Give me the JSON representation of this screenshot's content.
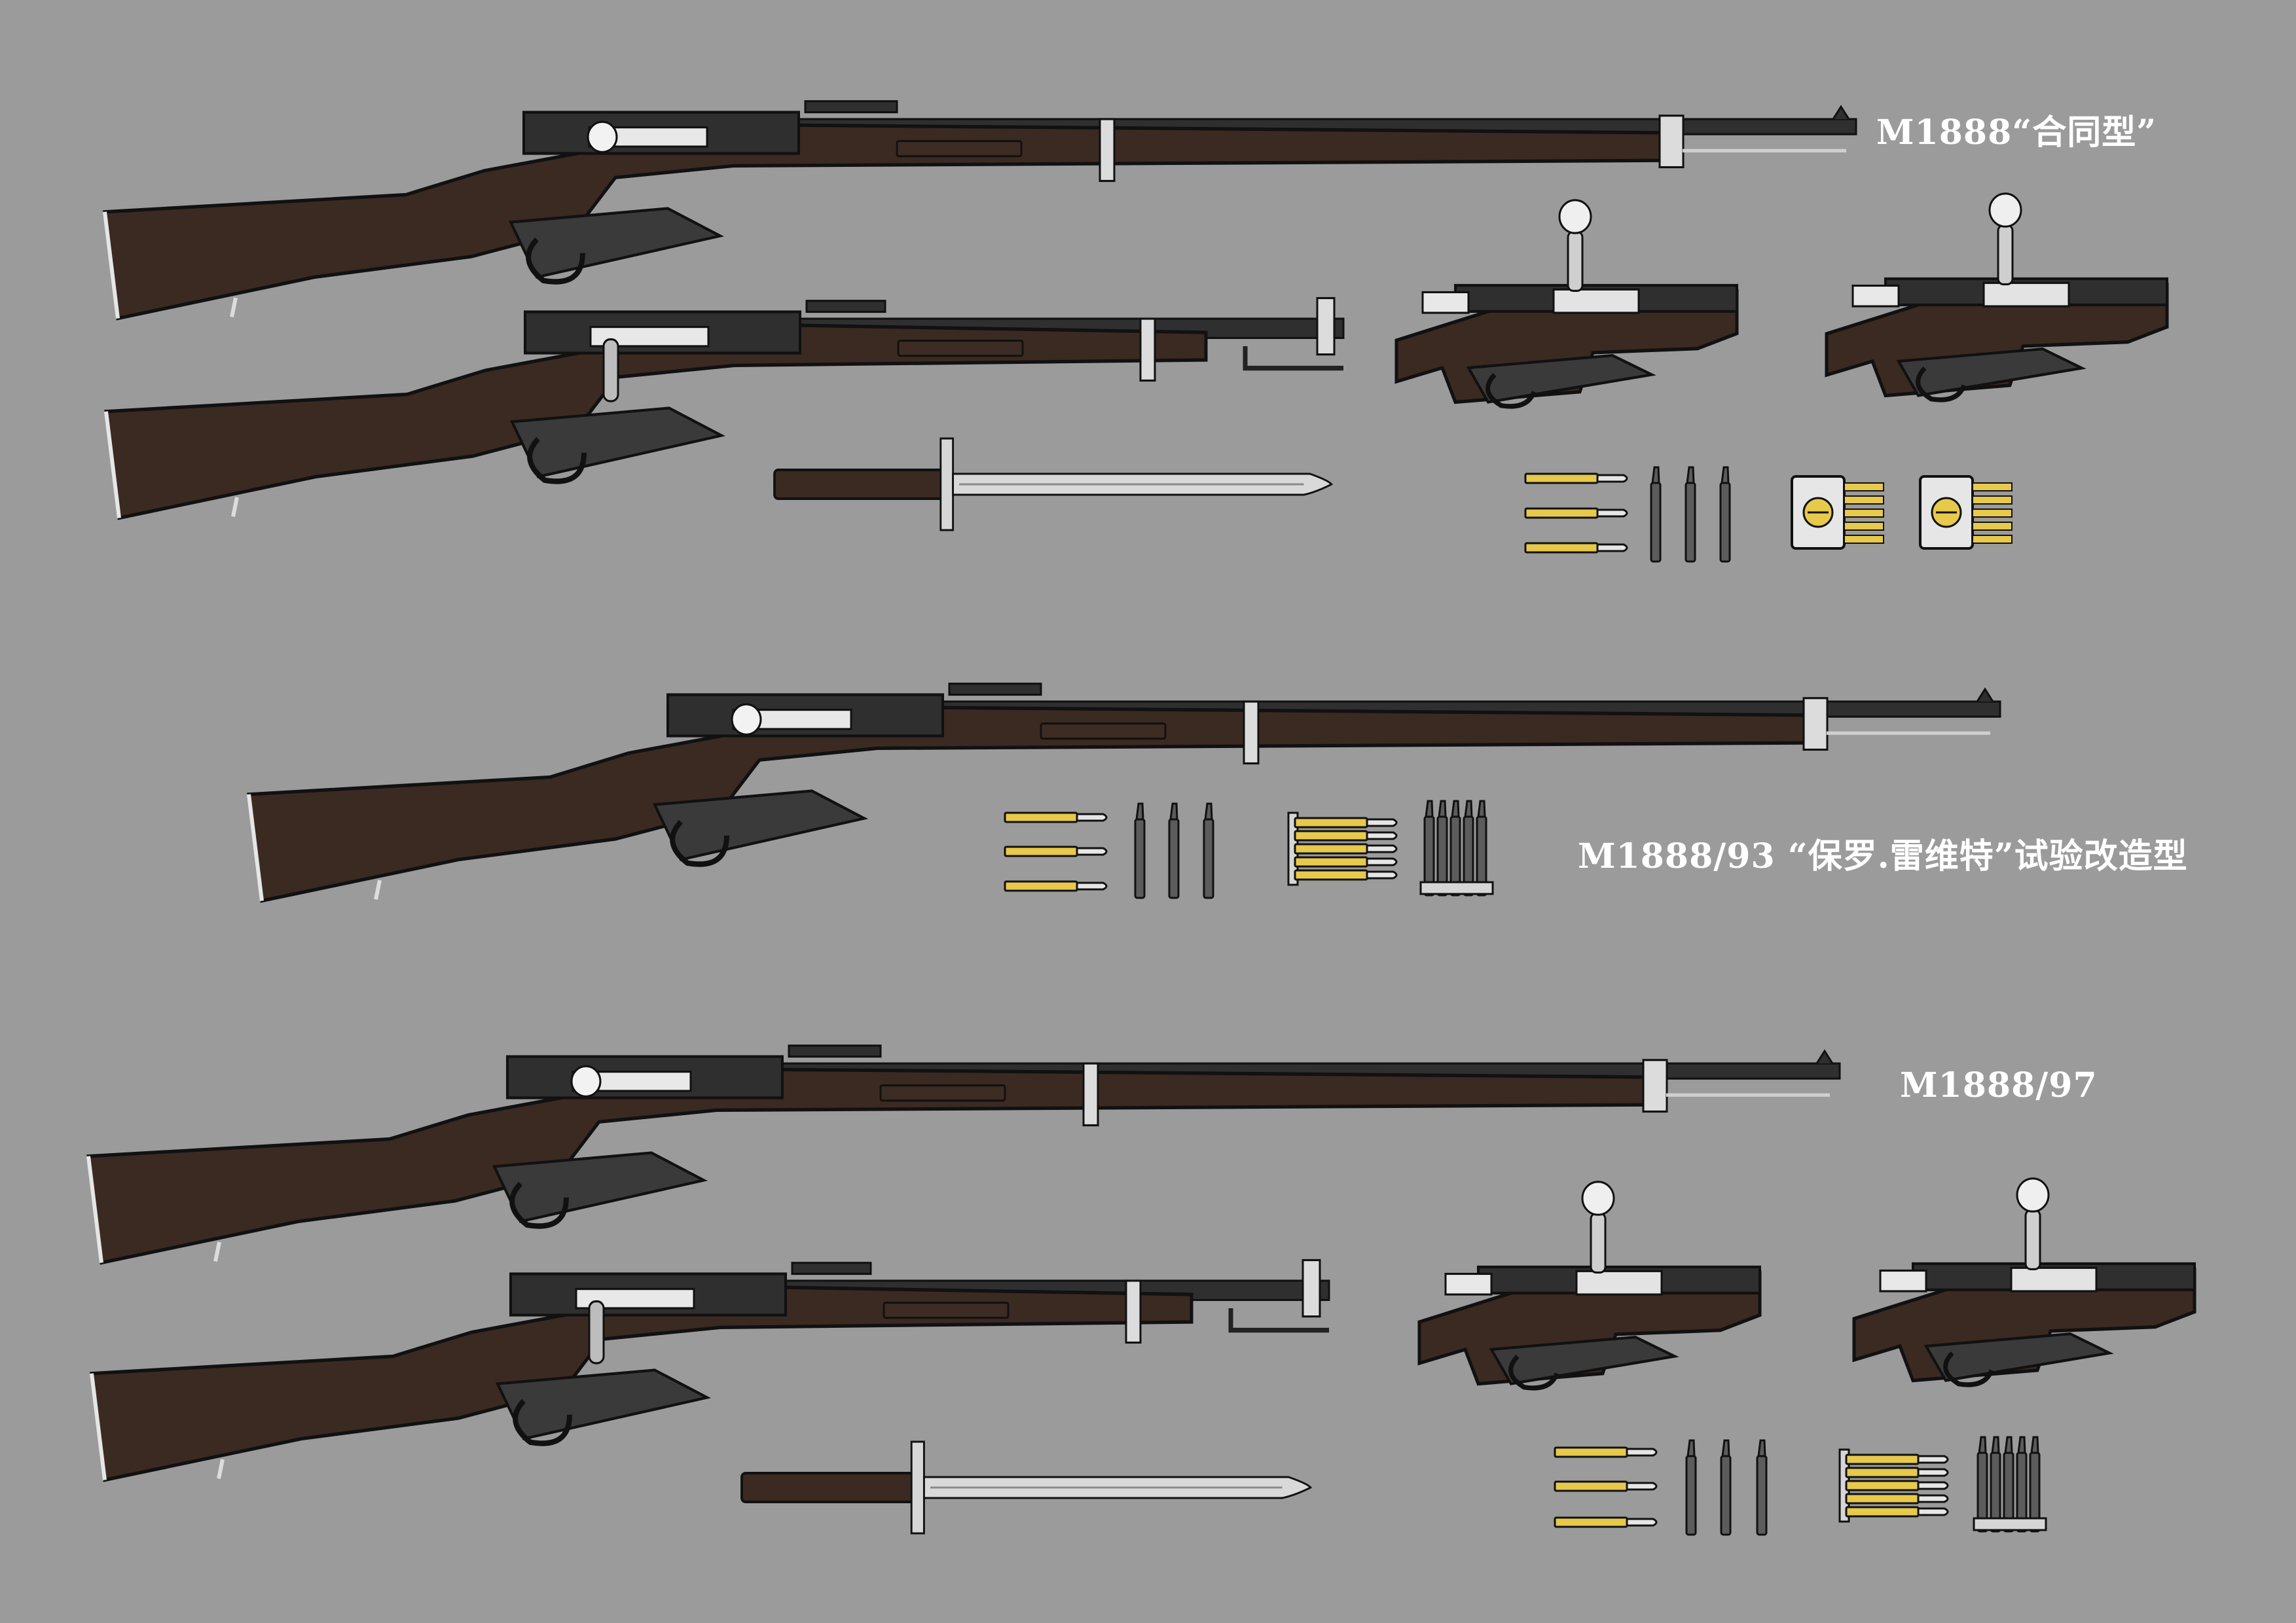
{
  "labels": {
    "m1888": "M1888“合同型”",
    "m1888_93": "M1888/93 “保罗.雷维特”试验改造型",
    "m1888_97": "M1888/97"
  },
  "colors": {
    "background": "#9b9b9b",
    "wood": "#3a2a22",
    "steel": "#2f2f2f",
    "metal_light": "#d8d8d8",
    "brass": "#e7c94b",
    "outline": "#111111"
  }
}
